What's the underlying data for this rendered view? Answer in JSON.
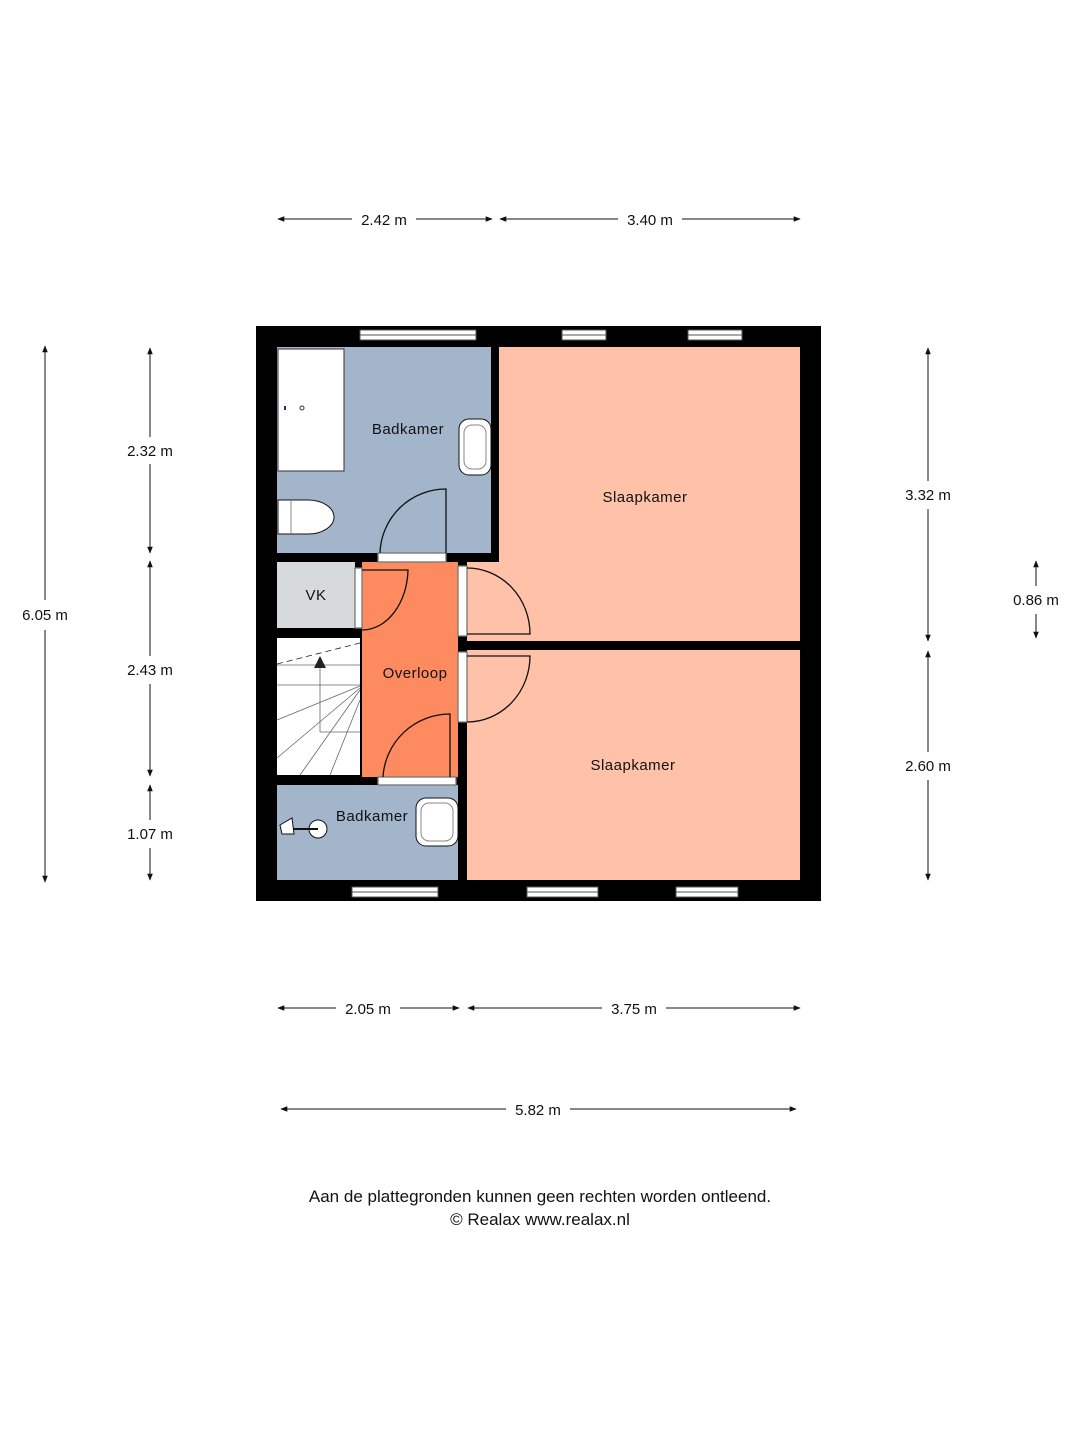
{
  "colors": {
    "wall": "#000000",
    "bathroom": "#a3b5cb",
    "bedroom": "#ffc2a9",
    "landing": "#fe8a5f",
    "storage": "#d7dadd"
  },
  "rooms": {
    "bathroom_top": "Badkamer",
    "bedroom_top": "Slaapkamer",
    "storage": "VK",
    "landing": "Overloop",
    "bedroom_bottom": "Slaapkamer",
    "bathroom_bottom": "Badkamer"
  },
  "dimensions": {
    "top_left": "2.42 m",
    "top_right": "3.40 m",
    "left_total": "6.05 m",
    "left_1": "2.32 m",
    "left_2": "2.43 m",
    "left_3": "1.07 m",
    "right_1": "3.32 m",
    "right_2": "2.60 m",
    "right_small": "0.86 m",
    "bottom_left": "2.05 m",
    "bottom_right": "3.75 m",
    "bottom_total": "5.82 m"
  },
  "footer": {
    "disclaimer": "Aan de plattegronden kunnen geen rechten worden ontleend.",
    "copyright": "© Realax www.realax.nl"
  }
}
